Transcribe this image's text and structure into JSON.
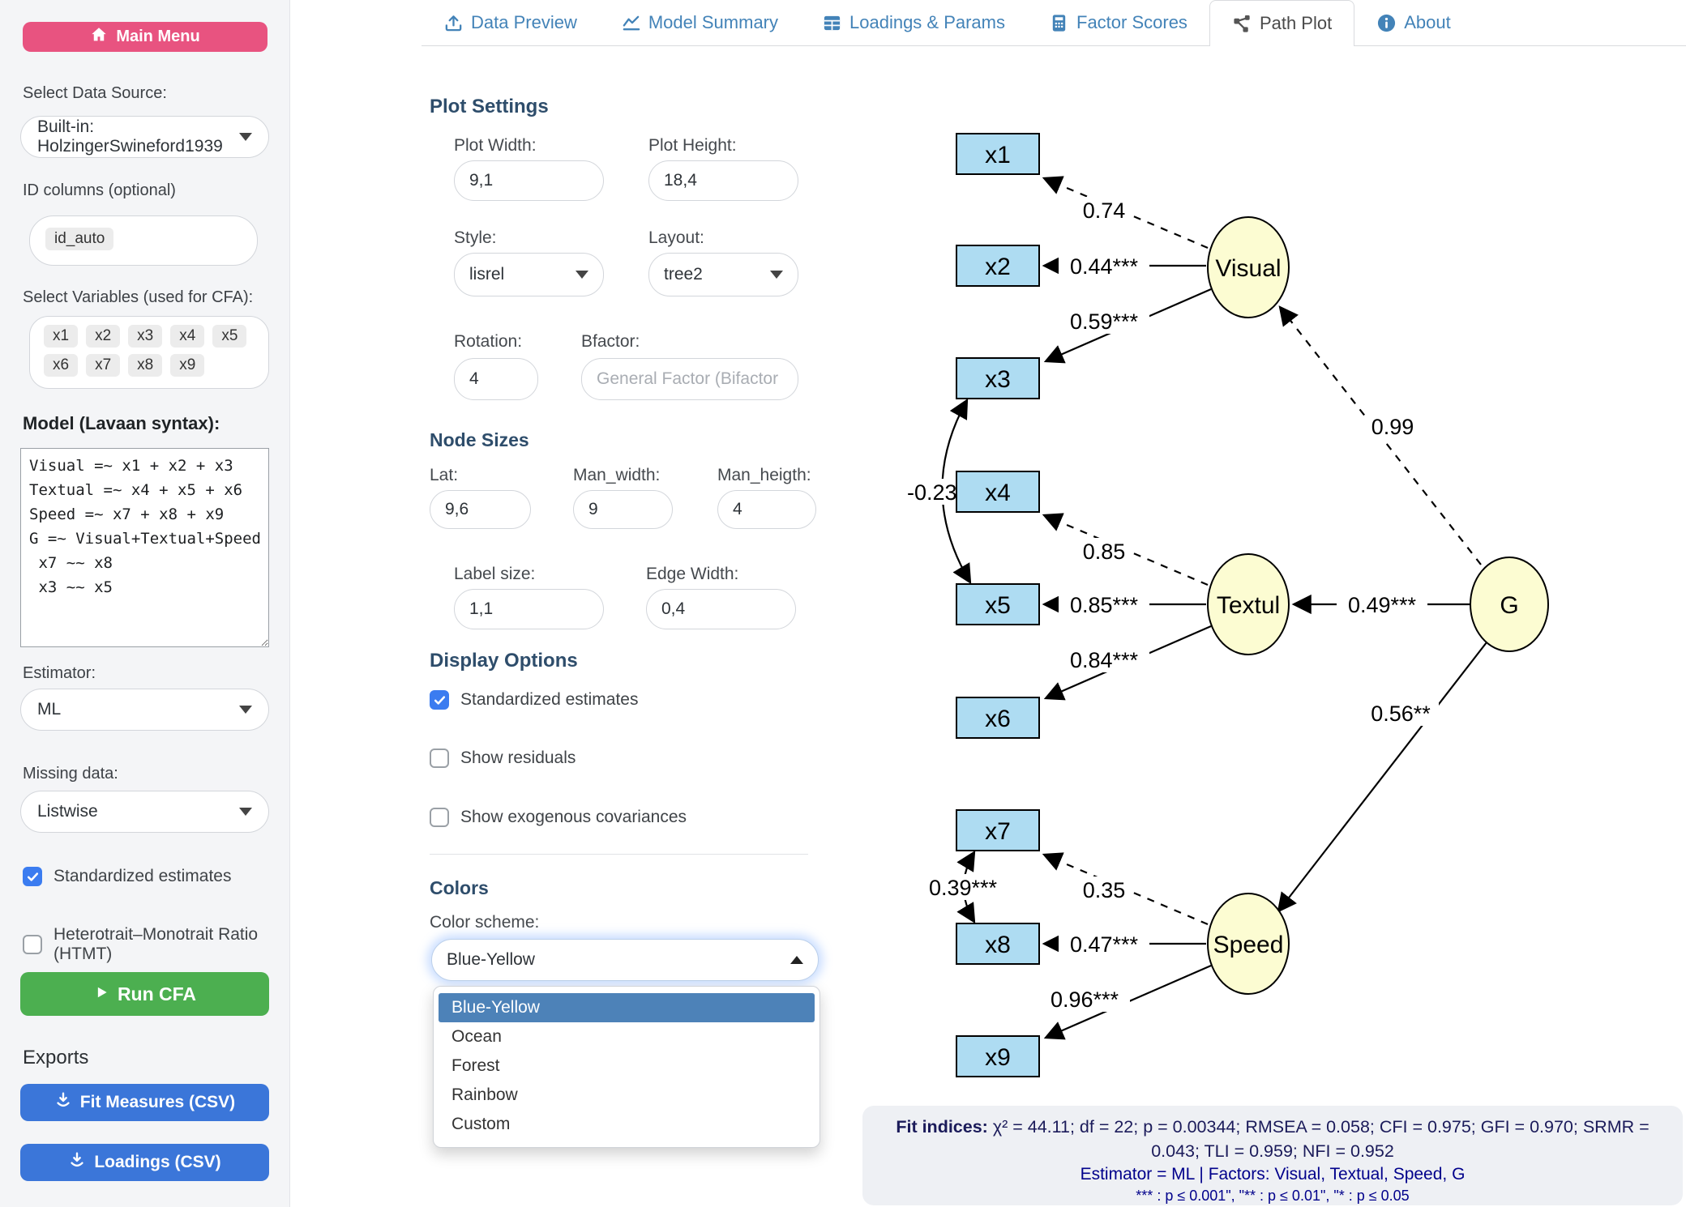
{
  "colors": {
    "pink_accent": "#e85380",
    "green_accent": "#4caf50",
    "blue_accent": "#3b76d9",
    "tab_blue": "#4383b8",
    "dropdown_highlight": "#4d82b8",
    "manifest_fill": "#aedcf2",
    "latent_fill": "#fcfcd2",
    "fit_panel_bg": "#eef0f4",
    "fit_text_navy": "#00008b"
  },
  "tabs": [
    {
      "label": "Data Preview",
      "icon": "upload-icon",
      "active": false
    },
    {
      "label": "Model Summary",
      "icon": "chart-line-icon",
      "active": false
    },
    {
      "label": "Loadings & Params",
      "icon": "table-icon",
      "active": false
    },
    {
      "label": "Factor Scores",
      "icon": "calculator-icon",
      "active": false
    },
    {
      "label": "Path Plot",
      "icon": "share-nodes-icon",
      "active": true
    },
    {
      "label": "About",
      "icon": "info-icon",
      "active": false
    }
  ],
  "sidebar": {
    "main_menu_label": "Main Menu",
    "data_source_label": "Select Data Source:",
    "data_source_value": "Built-in: HolzingerSwineford1939",
    "id_columns_label": "ID columns (optional)",
    "id_chip": "id_auto",
    "variables_label": "Select Variables (used for CFA):",
    "variables": [
      "x1",
      "x2",
      "x3",
      "x4",
      "x5",
      "x6",
      "x7",
      "x8",
      "x9"
    ],
    "model_label": "Model (Lavaan syntax):",
    "model_text": "Visual =~ x1 + x2 + x3\nTextual =~ x4 + x5 + x6\nSpeed =~ x7 + x8 + x9\nG =~ Visual+Textual+Speed\n x7 ~~ x8\n x3 ~~ x5",
    "estimator_label": "Estimator:",
    "estimator_value": "ML",
    "missing_label": "Missing data:",
    "missing_value": "Listwise",
    "standardized_label": "Standardized estimates",
    "htmt_label": "Heterotrait–Monotrait Ratio (HTMT)",
    "run_label": "Run CFA",
    "exports_label": "Exports",
    "fit_measures_label": "Fit Measures (CSV)",
    "loadings_label": "Loadings (CSV)"
  },
  "plot_settings": {
    "heading": "Plot Settings",
    "plot_width_label": "Plot Width:",
    "plot_width": "9,1",
    "plot_height_label": "Plot Height:",
    "plot_height": "18,4",
    "style_label": "Style:",
    "style_value": "lisrel",
    "layout_label": "Layout:",
    "layout_value": "tree2",
    "rotation_label": "Rotation:",
    "rotation_value": "4",
    "bfactor_label": "Bfactor:",
    "bfactor_placeholder": "General Factor (Bifactor",
    "node_sizes_heading": "Node Sizes",
    "lat_label": "Lat:",
    "lat_value": "9,6",
    "man_width_label": "Man_width:",
    "man_width_value": "9",
    "man_height_label": "Man_heigth:",
    "man_height_value": "4",
    "label_size_label": "Label size:",
    "label_size_value": "1,1",
    "edge_width_label": "Edge Width:",
    "edge_width_value": "0,4",
    "display_heading": "Display Options",
    "standardized_label": "Standardized estimates",
    "residuals_label": "Show residuals",
    "exog_label": "Show exogenous covariances",
    "colors_heading": "Colors",
    "color_scheme_label": "Color scheme:",
    "color_scheme_value": "Blue-Yellow",
    "color_options": [
      "Blue-Yellow",
      "Ocean",
      "Forest",
      "Rainbow",
      "Custom"
    ]
  },
  "diagram": {
    "nodes": {
      "x1": "x1",
      "x2": "x2",
      "x3": "x3",
      "x4": "x4",
      "x5": "x5",
      "x6": "x6",
      "x7": "x7",
      "x8": "x8",
      "x9": "x9",
      "visual": "Visual",
      "textual": "Textul",
      "speed": "Speed",
      "g": "G"
    },
    "edges": {
      "visual_x1": "0.74",
      "visual_x2": "0.44***",
      "visual_x3": "0.59***",
      "textual_x4": "0.85",
      "textual_x5": "0.85***",
      "textual_x6": "0.84***",
      "speed_x7": "0.35",
      "speed_x8": "0.47***",
      "speed_x9": "0.96***",
      "g_visual": "0.99",
      "g_textual": "0.49***",
      "g_speed": "0.56**",
      "cov_x3_x5": "-0.23*",
      "cov_x7_x8": "0.39***"
    }
  },
  "fit_panel": {
    "prefix": "Fit indices:",
    "stats": "χ² = 44.11; df = 22; p = 0.00344; RMSEA = 0.058; CFI = 0.975; GFI = 0.970; SRMR = 0.043; TLI = 0.959; NFI = 0.952",
    "estimator_line": "Estimator = ML | Factors: Visual, Textual, Speed, G",
    "sig_line": "*** : p ≤ 0.001\", \"** : p ≤ 0.01\", \"* : p ≤ 0.05"
  }
}
